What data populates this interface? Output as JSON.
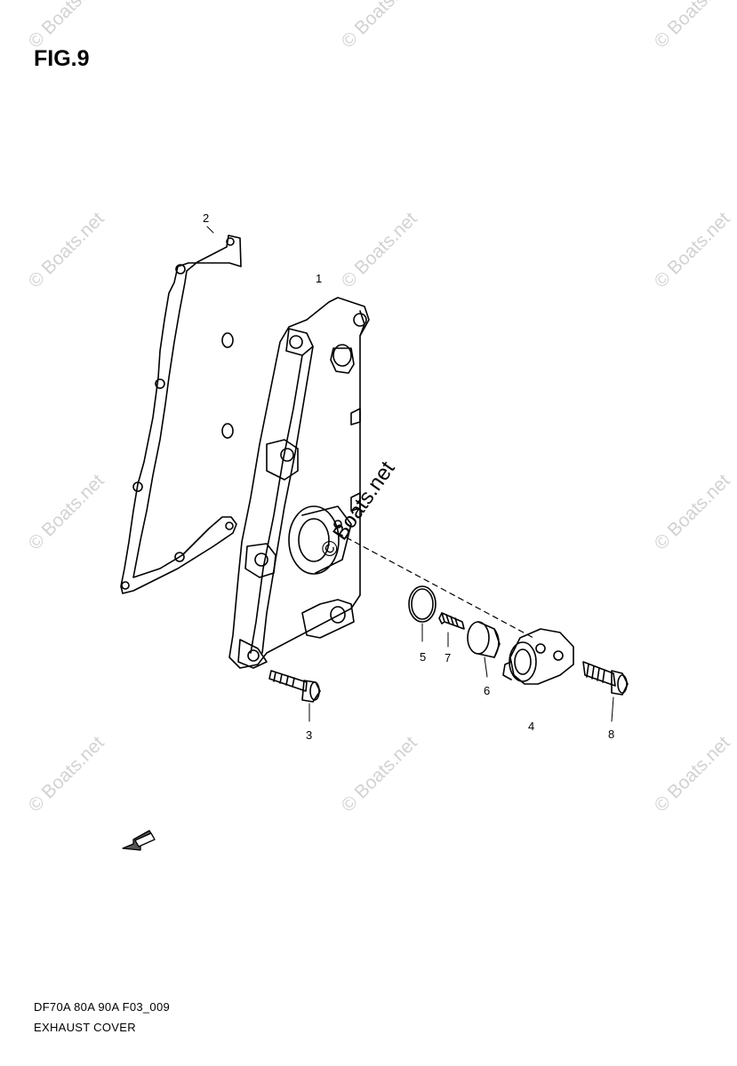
{
  "figure": {
    "title": "FIG.9"
  },
  "parts": [
    {
      "number": "1"
    },
    {
      "number": "2"
    },
    {
      "number": "3"
    },
    {
      "number": "4"
    },
    {
      "number": "5"
    },
    {
      "number": "6"
    },
    {
      "number": "7"
    },
    {
      "number": "8"
    }
  ],
  "watermark": {
    "text": "© Boats.net"
  },
  "footer": {
    "model_code": "DF70A 80A 90A F03_009",
    "section_name": "EXHAUST COVER"
  },
  "icons": [
    "front-arrow-icon"
  ],
  "colors": {
    "line": "#000000",
    "watermark": "#d2d2d2"
  }
}
